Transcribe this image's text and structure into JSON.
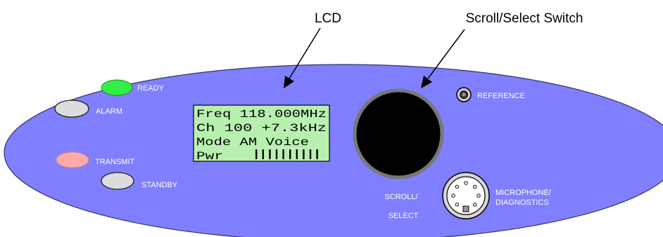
{
  "callouts": {
    "lcd": "LCD",
    "scroll_select_switch": "Scroll/Select Switch"
  },
  "indicators": {
    "ready": {
      "label": "READY",
      "color": "#33ee44"
    },
    "alarm": {
      "label": "ALARM",
      "color": "#dcdcdc"
    },
    "transmit": {
      "label": "TRANSMIT",
      "color": "#ffaaaa"
    },
    "standby": {
      "label": "STANDBY",
      "color": "#dcdcdc"
    }
  },
  "lcd": {
    "line1": "Freq 118.000MHz",
    "line2": "Ch 100   +7.3kHz",
    "line3": "Mode AM Voice",
    "pwr_label": "Pwr",
    "pwr_level": 10,
    "background": "#b8f0b0"
  },
  "knob": {
    "label_line1": "SCROLL/",
    "label_line2": "SELECT"
  },
  "reference": {
    "label": "REFERENCE"
  },
  "connector": {
    "label_line1": "MICROPHONE/",
    "label_line2": "DIAGNOSTICS"
  },
  "colors": {
    "panel": "#7f7fff",
    "knob": "#000000",
    "knob_ring": "#777777",
    "label_text": "#ffffff"
  }
}
